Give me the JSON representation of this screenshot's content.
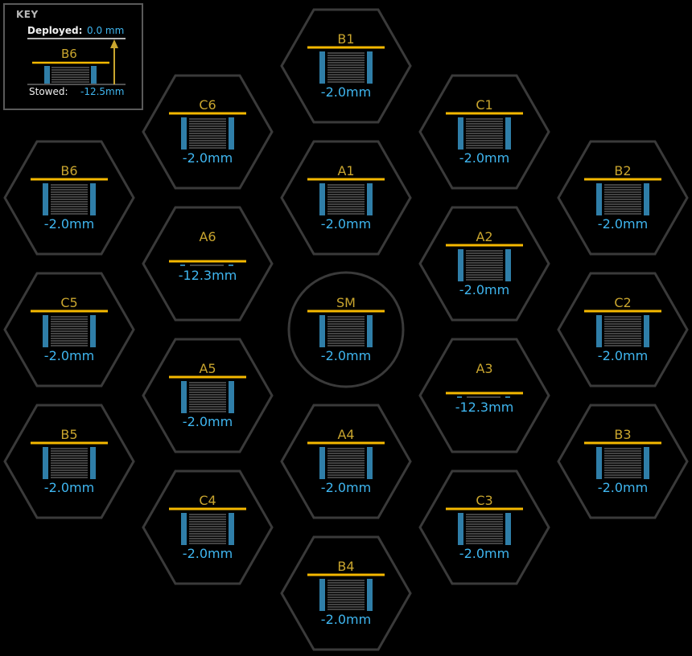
{
  "colors": {
    "hex_border": "#3a3a3a",
    "label": "#c9a52e",
    "value": "#3fb6f0",
    "deployed_line": "#f5b800",
    "stowed_line": "#6a6a6a",
    "post": "#2f7ea8",
    "coil": "#6a6a6a",
    "arrow": "#c9a52e"
  },
  "key": {
    "title": "KEY",
    "deployed_label": "Deployed:",
    "deployed_value": "0.0 mm",
    "stowed_label": "Stowed:",
    "stowed_value": "-12.5mm",
    "example_label": "B6"
  },
  "segments": [
    {
      "id": "B1",
      "label": "B1",
      "value": "-2.0mm",
      "state": "deployed"
    },
    {
      "id": "C6",
      "label": "C6",
      "value": "-2.0mm",
      "state": "deployed"
    },
    {
      "id": "C1",
      "label": "C1",
      "value": "-2.0mm",
      "state": "deployed"
    },
    {
      "id": "B6",
      "label": "B6",
      "value": "-2.0mm",
      "state": "deployed"
    },
    {
      "id": "A1",
      "label": "A1",
      "value": "-2.0mm",
      "state": "deployed"
    },
    {
      "id": "B2",
      "label": "B2",
      "value": "-2.0mm",
      "state": "deployed"
    },
    {
      "id": "A6",
      "label": "A6",
      "value": "-12.3mm",
      "state": "stowed"
    },
    {
      "id": "A2",
      "label": "A2",
      "value": "-2.0mm",
      "state": "deployed"
    },
    {
      "id": "C5",
      "label": "C5",
      "value": "-2.0mm",
      "state": "deployed"
    },
    {
      "id": "SM",
      "label": "SM",
      "value": "-2.0mm",
      "state": "deployed"
    },
    {
      "id": "C2",
      "label": "C2",
      "value": "-2.0mm",
      "state": "deployed"
    },
    {
      "id": "A5",
      "label": "A5",
      "value": "-2.0mm",
      "state": "deployed"
    },
    {
      "id": "A3",
      "label": "A3",
      "value": "-12.3mm",
      "state": "stowed"
    },
    {
      "id": "B5",
      "label": "B5",
      "value": "-2.0mm",
      "state": "deployed"
    },
    {
      "id": "A4",
      "label": "A4",
      "value": "-2.0mm",
      "state": "deployed"
    },
    {
      "id": "B3",
      "label": "B3",
      "value": "-2.0mm",
      "state": "deployed"
    },
    {
      "id": "C4",
      "label": "C4",
      "value": "-2.0mm",
      "state": "deployed"
    },
    {
      "id": "C3",
      "label": "C3",
      "value": "-2.0mm",
      "state": "deployed"
    },
    {
      "id": "B4",
      "label": "B4",
      "value": "-2.0mm",
      "state": "deployed"
    }
  ]
}
